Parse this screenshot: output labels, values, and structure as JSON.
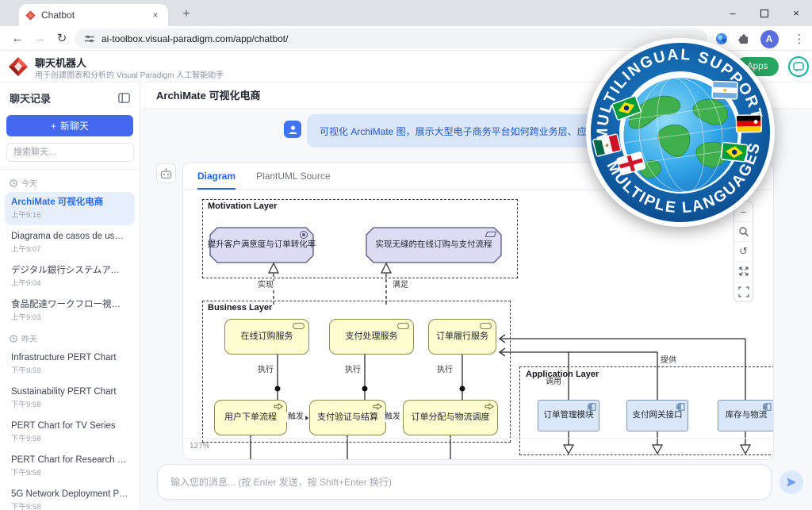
{
  "browser": {
    "tab_title": "Chatbot",
    "url": "ai-toolbox.visual-paradigm.com/app/chatbot/",
    "profile_initial": "A",
    "icons": {
      "back": "←",
      "forward": "→",
      "reload": "↻",
      "new_tab": "+",
      "minimize": "–",
      "close": "×",
      "kebab": "⋮",
      "tab_close": "×"
    }
  },
  "app_header": {
    "title": "聊天机器人",
    "subtitle": "用于创建图表和分析的 Visual Paradigm 人工智能助手",
    "apps_label": "Apps"
  },
  "sidebar": {
    "title": "聊天记录",
    "plus": "+",
    "new_chat_label": "新聊天",
    "search_placeholder": "搜索聊天...",
    "sections": [
      {
        "label": "今天",
        "items": [
          {
            "title": "ArchiMate 可视化电商",
            "time": "上午9:16"
          },
          {
            "title": "Diagrama de casos de uso bi...",
            "time": "上午9:07"
          },
          {
            "title": "デジタル銀行システムアーキ...",
            "time": "上午9:04"
          },
          {
            "title": "食品配達ワークフロー視覚化",
            "time": "上午9:03"
          }
        ]
      },
      {
        "label": "昨天",
        "items": [
          {
            "title": "Infrastructure PERT Chart",
            "time": "下午9:59"
          },
          {
            "title": "Sustainability PERT Chart",
            "time": "下午9:58"
          },
          {
            "title": "PERT Chart for TV Series",
            "time": "下午9:58"
          },
          {
            "title": "PERT Chart for Research Proj...",
            "time": "下午9:58"
          },
          {
            "title": "5G Network Deployment PE...",
            "time": "下午9:58"
          }
        ]
      }
    ]
  },
  "main": {
    "page_title": "ArchiMate 可视化电商",
    "user_message": "可视化 ArchiMate 图，展示大型电子商务平台如何跨业务层、应用层",
    "tabs": [
      {
        "label": "Diagram"
      },
      {
        "label": "PlantUML Source"
      }
    ],
    "zoom_level": "127%",
    "input_placeholder": "输入您的消息... (按 Enter 发送，按 Shift+Enter 换行)"
  },
  "diagram": {
    "groups": {
      "motivation": "Motivation Layer",
      "business": "Business Layer",
      "application": "Application Layer"
    },
    "nodes": {
      "goal1": "提升客户满意度与订单转化率",
      "goal2": "实现无缝的在线订购与支付流程",
      "service1": "在线订购服务",
      "service2": "支付处理服务",
      "service3": "订单履行服务",
      "process1": "用户下单流程",
      "process2": "支付验证与结算",
      "process3": "订单分配与物流调度",
      "app1": "订单管理模块",
      "app2": "支付网关接口",
      "app3": "库存与物流"
    },
    "edge_labels": {
      "realize": "实现",
      "satisfy": "满足",
      "execute": "执行",
      "trigger": "触发",
      "serve": "提供",
      "invoke": "调用"
    }
  },
  "badge": {
    "top_text": "MULTILINGUAL SUPPORT",
    "bottom_text": "MULTIPLE LANGUAGES"
  },
  "colors": {
    "new_chat_blue": "#4468f0",
    "apps_green": "#27a561",
    "badge_blue": "#1261a8",
    "business_yellow": "#fdfdd0",
    "motivation_purple": "#dddcf5",
    "application_blue": "#d9e7f9"
  }
}
